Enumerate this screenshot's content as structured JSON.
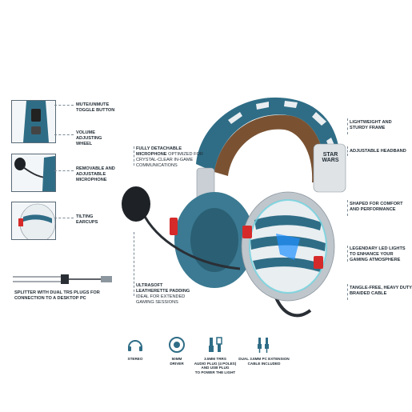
{
  "features_left": [
    {
      "title": "MUTE/UNMUTE",
      "title2": "TOGGLE BUTTON"
    },
    {
      "title": "VOLUME",
      "title2": "ADJUSTING",
      "title3": "WHEEL"
    },
    {
      "title": "REMOVABLE AND",
      "title2": "ADJUSTABLE",
      "title3": "MICROPHONE"
    },
    {
      "title": "TILTING",
      "title2": "EARCUPS"
    }
  ],
  "splitter": {
    "line1": "SPLITTER WITH DUAL TRS PLUGS FOR",
    "line2": "CONNECTION TO A DESKTOP PC"
  },
  "center": {
    "detachable_bold": "FULLY DETACHABLE",
    "detachable_rest1": "MICROPHONE",
    "detachable_rest1b": " OPTIMIZED FOR",
    "detachable_rest2": "CRYSTAL-CLEAR IN-GAME",
    "detachable_rest3": "COMMUNICATIONS",
    "padding_bold1": "ULTRASOFT",
    "padding_bold2": "LEATHERETTE PADDING",
    "padding_rest1": "IDEAL FOR EXTENDED",
    "padding_rest2": "GAMING SESSIONS"
  },
  "features_right": [
    {
      "line1": "LIGHTWEIGHT AND",
      "line2": "STURDY FRAME"
    },
    {
      "line1": "ADJUSTABLE HEADBAND",
      "line2": ""
    },
    {
      "line1": "SHAPED FOR COMFORT",
      "line2": "AND PERFORMANCE"
    },
    {
      "line1": "LEGENDARY LED LIGHTS",
      "line2": "TO ENHANCE YOUR",
      "line3": "GAMING ATMOSPHERE"
    },
    {
      "line1": "TANGLE-FREE, HEAVY DUTY",
      "line2": "BRAIDED CABLE"
    }
  ],
  "brand": {
    "line1": "STAR",
    "line2": "WARS"
  },
  "icons": [
    {
      "icon": "headphones-stereo-icon",
      "line1": "STEREO",
      "line2": ""
    },
    {
      "icon": "speaker-driver-icon",
      "line1": "50MM",
      "line2": "DRIVER"
    },
    {
      "icon": "usb-trrs-plug-icon",
      "line1": "3.5MM TRRS",
      "line2": "AUDIO PLUG (4 POLES)",
      "line3": "AND USB PLUG",
      "line4": "TO POWER THE LIGHT"
    },
    {
      "icon": "pc-extension-cable-icon",
      "line1": "DUAL 3.5MM PC EXTENSION",
      "line2": "CABLE INCLUDED"
    }
  ],
  "colors": {
    "teal": "#2f6d86",
    "brown": "#7a5232",
    "red": "#d62a2a",
    "silver": "#c9cfd4",
    "navy": "#1f2a33"
  }
}
